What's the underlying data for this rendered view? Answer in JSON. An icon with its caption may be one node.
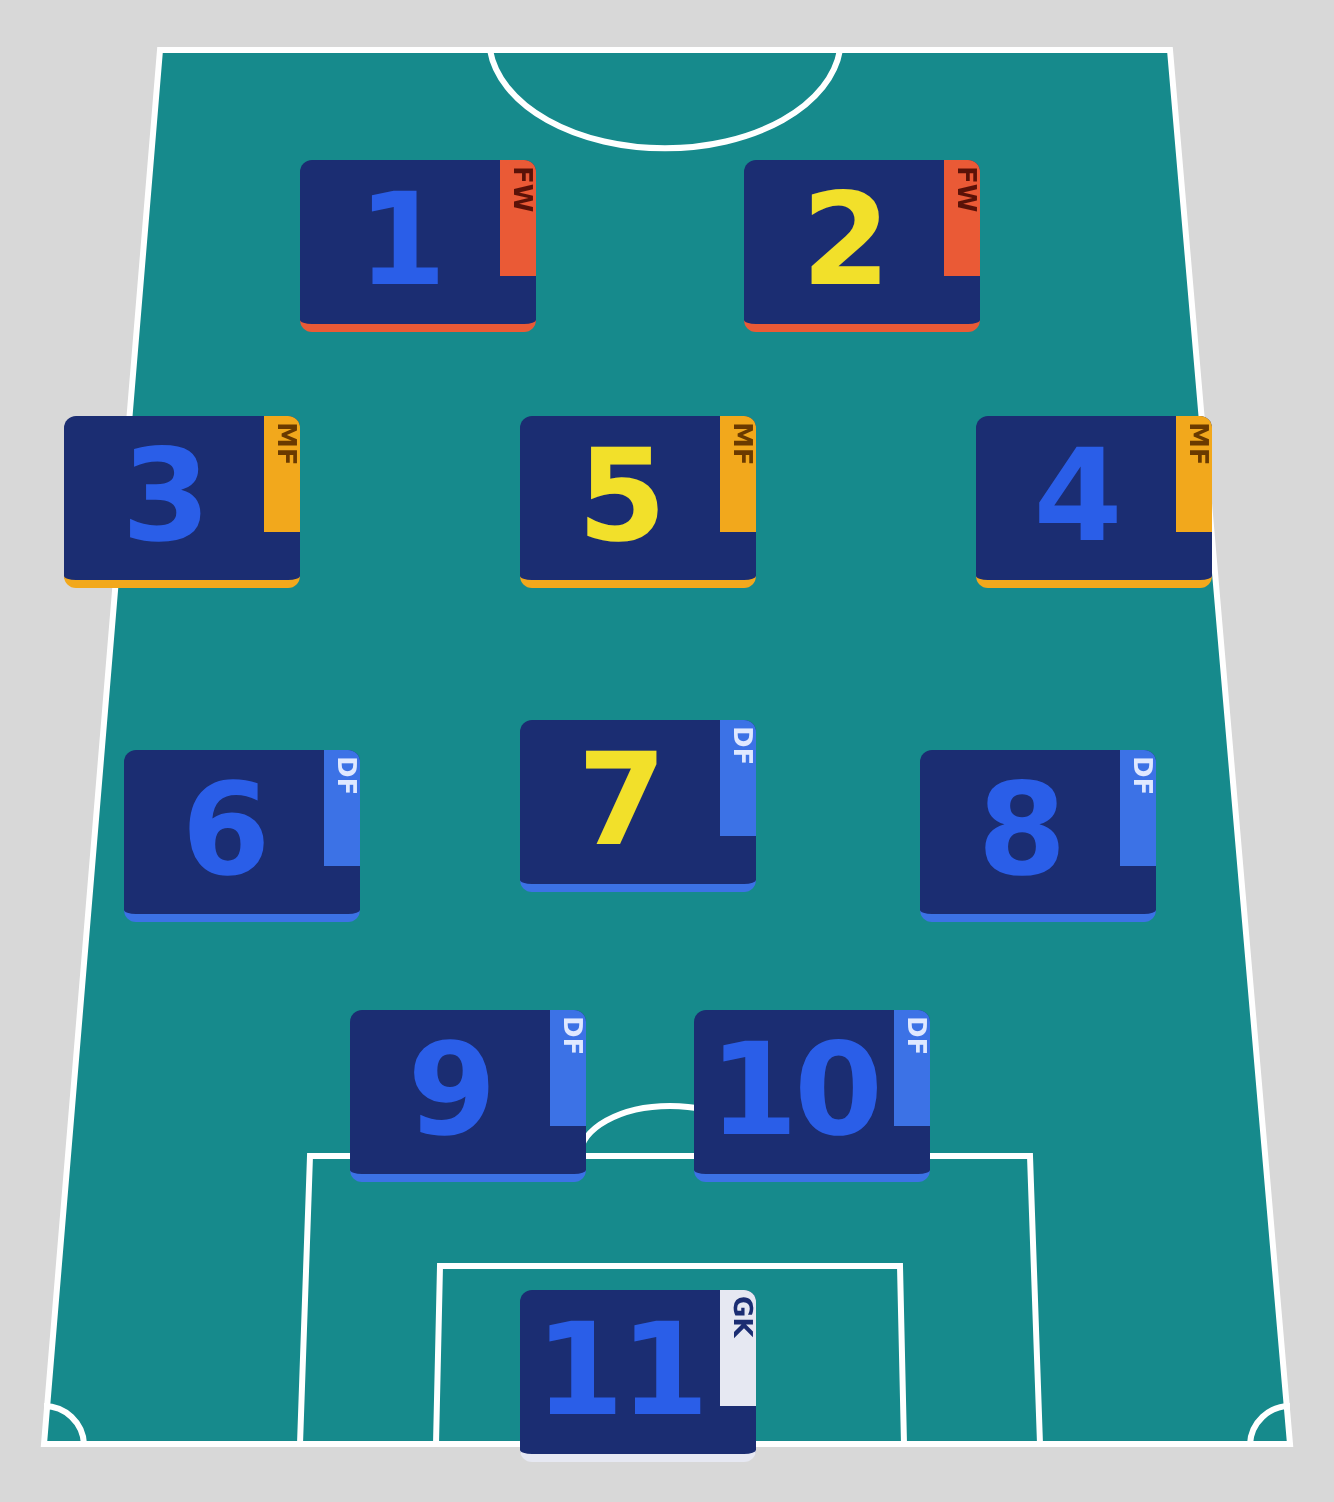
{
  "diagram": {
    "nodes": [
      {
        "text": [
          "1",
          "FW"
        ]
      },
      {
        "text": [
          "2",
          "FW"
        ]
      },
      {
        "text": [
          "3",
          "MF"
        ]
      },
      {
        "text": [
          "5",
          "MF"
        ]
      },
      {
        "text": [
          "4",
          "MF"
        ]
      },
      {
        "text": [
          "6",
          "DF"
        ]
      },
      {
        "text": [
          "7",
          "DF"
        ]
      },
      {
        "text": [
          "8",
          "DF"
        ]
      },
      {
        "text": [
          "9",
          "DF"
        ]
      },
      {
        "text": [
          "10",
          "DF"
        ]
      },
      {
        "text": [
          "11",
          "GK"
        ]
      }
    ]
  }
}
